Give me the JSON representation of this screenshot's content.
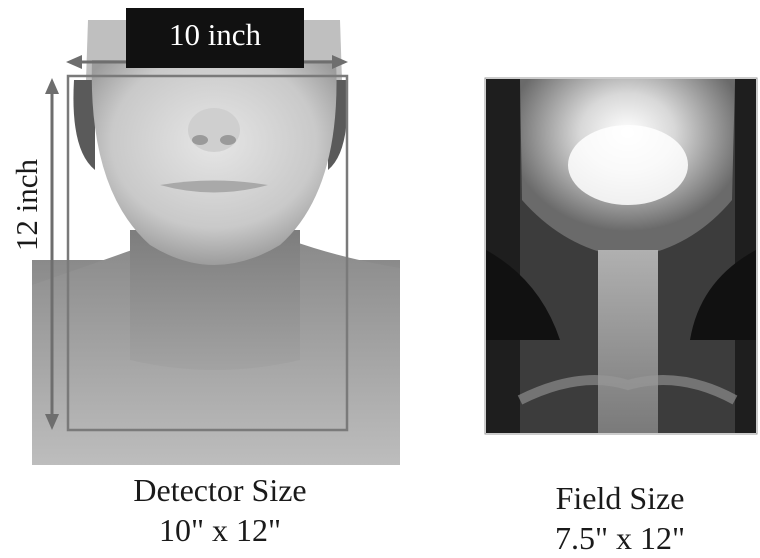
{
  "detector": {
    "width_label": "10 inch",
    "height_label": "12 inch",
    "caption_line1": "Detector Size",
    "caption_line2": "10\" x 12\""
  },
  "field": {
    "caption_line1": "Field Size",
    "caption_line2": "7.5\" x 12\""
  },
  "colors": {
    "outline": "#7a7a7a",
    "arrow": "#6e6e6e",
    "label_bg": "#111111"
  }
}
